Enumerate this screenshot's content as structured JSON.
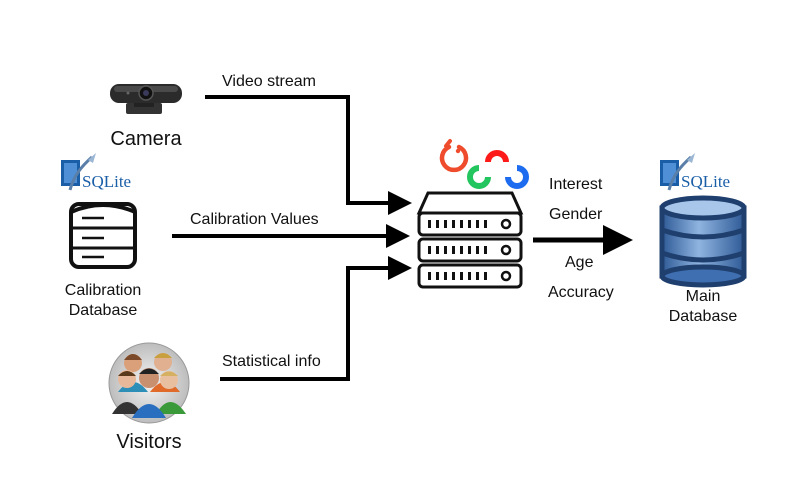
{
  "nodes": {
    "camera": {
      "label": "Camera",
      "icon": "webcam-icon"
    },
    "calibration_db": {
      "label_line1": "Calibration",
      "label_line2": "Database",
      "badge": "SQLite",
      "icon": "database-icon"
    },
    "visitors": {
      "label": "Visitors",
      "icon": "people-group-icon"
    },
    "server": {
      "icon": "server-rack-icon",
      "logos": [
        "pytorch-logo-icon",
        "opencv-logo-icon"
      ]
    },
    "main_db": {
      "label_line1": "Main",
      "label_line2": "Database",
      "badge": "SQLite",
      "icon": "database-icon"
    }
  },
  "edges": {
    "video_stream": "Video stream",
    "calibration_values": "Calibration Values",
    "statistical_info": "Statistical info"
  },
  "outputs": [
    "Interest",
    "Gender",
    "Age",
    "Accuracy"
  ],
  "colors": {
    "arrow": "#000000",
    "sqlite_blue": "#1a5ea8",
    "main_db_blue": "#3f6fb0",
    "pytorch_orange": "#ee4c2c",
    "opencv_red": "#ff1a1a",
    "opencv_green": "#22c55e",
    "opencv_blue": "#1d6cf0"
  }
}
